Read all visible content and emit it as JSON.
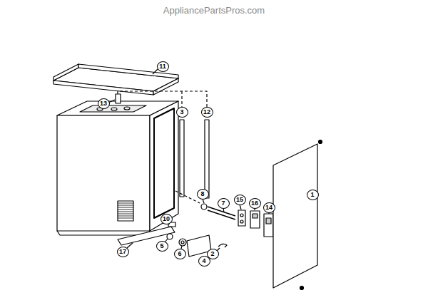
{
  "diagram": {
    "labels": [
      "AppliancePartsPros.com",
      "11",
      "13",
      "3",
      "12",
      "8",
      "7",
      "15",
      "16",
      "14",
      "1",
      "10",
      "17",
      "5",
      "6",
      "4",
      "2"
    ]
  }
}
